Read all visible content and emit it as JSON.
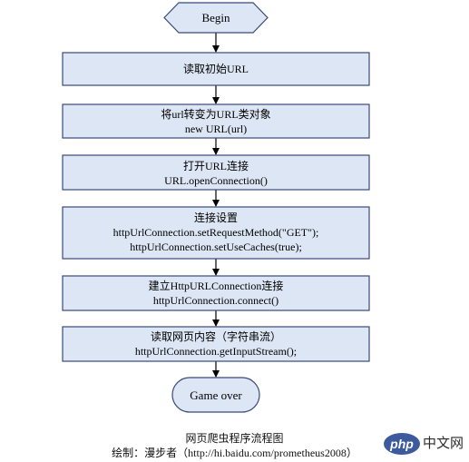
{
  "flowchart": {
    "start": "Begin",
    "steps": [
      {
        "lines": [
          "读取初始URL"
        ]
      },
      {
        "lines": [
          "将url转变为URL类对象",
          "new URL(url)"
        ]
      },
      {
        "lines": [
          "打开URL连接",
          "URL.openConnection()"
        ]
      },
      {
        "lines": [
          "连接设置",
          "httpUrlConnection.setRequestMethod(\"GET\");",
          "httpUrlConnection.setUseCaches(true);"
        ]
      },
      {
        "lines": [
          "建立HttpURLConnection连接",
          "httpUrlConnection.connect()"
        ]
      },
      {
        "lines": [
          "读取网页内容（字符串流）",
          "httpUrlConnection.getInputStream();"
        ]
      }
    ],
    "end": "Game over"
  },
  "caption": {
    "title": "网页爬虫程序流程图",
    "author": "绘制：漫步者（http://hi.baidu.com/prometheus2008）"
  },
  "badge": {
    "logo": "php",
    "site": "中文网"
  },
  "colors": {
    "box_fill": "#dde6f5",
    "box_stroke": "#3a4a7a",
    "connector": "#000000",
    "badge_blue": "#3d5a9e"
  }
}
